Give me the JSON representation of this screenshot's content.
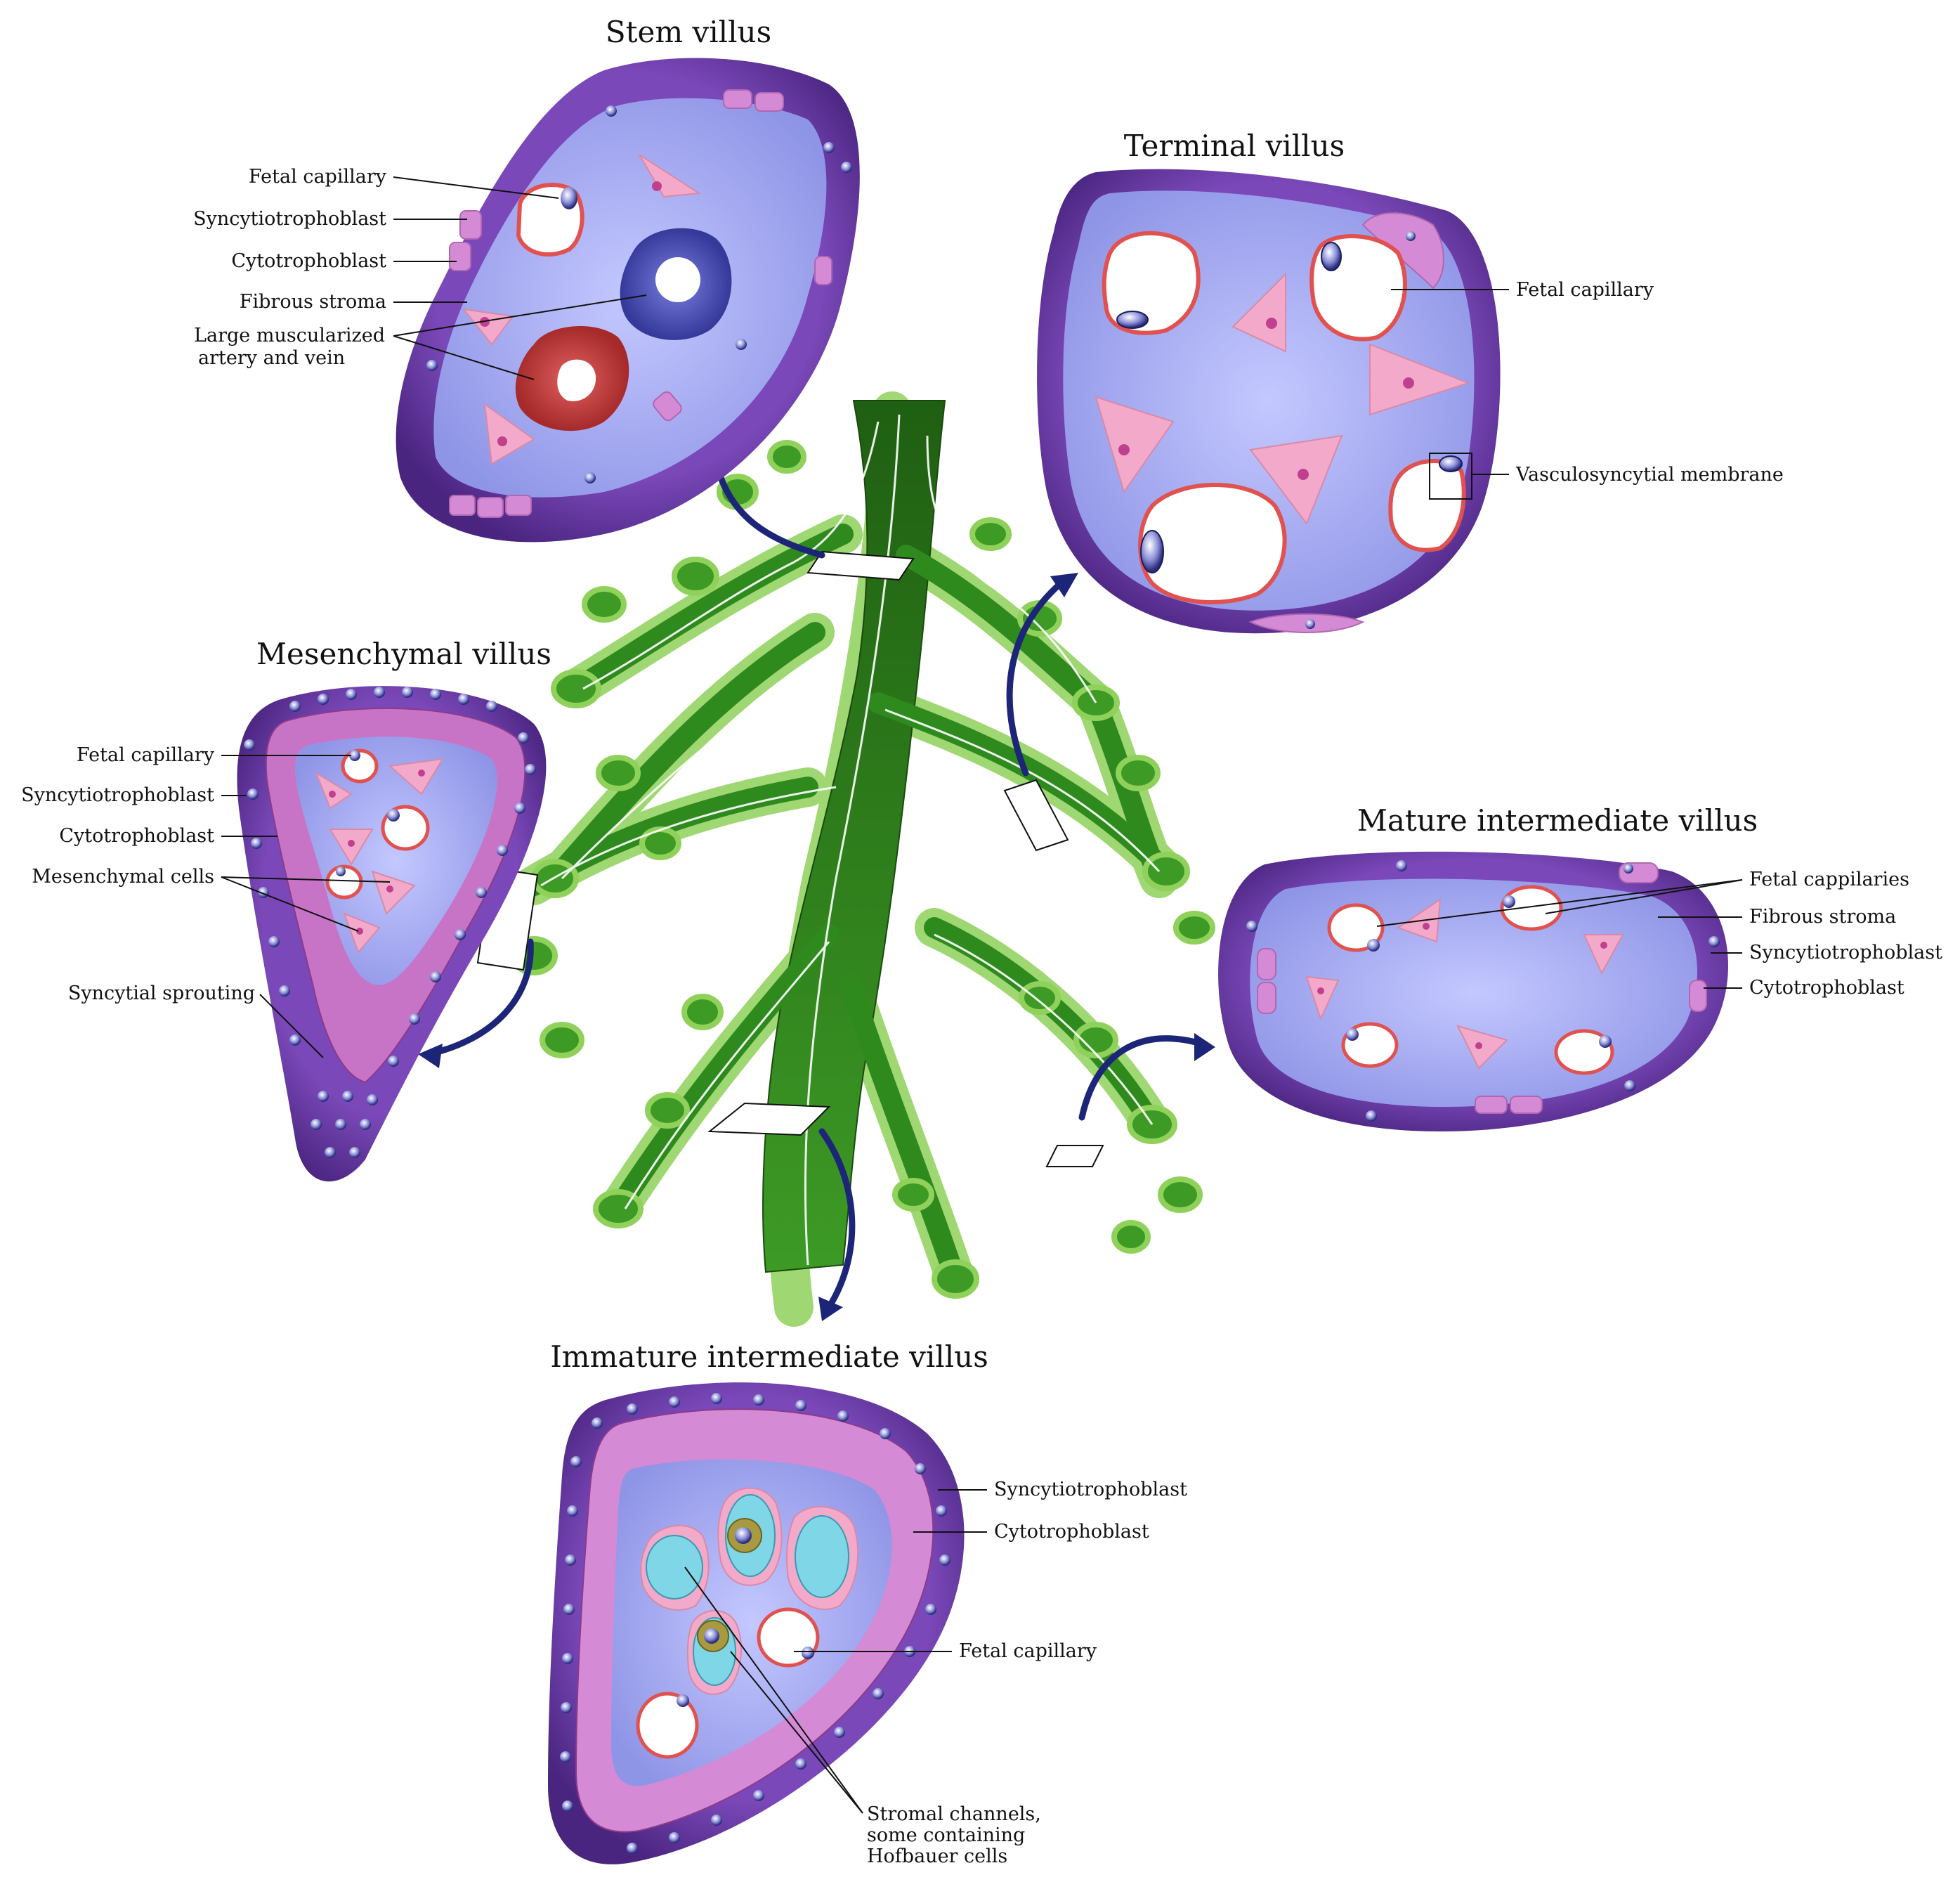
{
  "colors": {
    "syncytio": "#6a3aa8",
    "syncytio_dark": "#4a2580",
    "cyto": "#d48ad4",
    "stroma": "#a9aef0",
    "stroma_light": "#c4c8ff",
    "mesenchymal": "#f3a9c9",
    "capillary_wall": "#e0514f",
    "artery": "#c73a3a",
    "vein": "#4b4fb4",
    "tree": "#2f8a1e",
    "tree_light": "#8fd15a",
    "arrow": "#1c2578",
    "hofbauer": "#7fd6e6"
  },
  "stem": {
    "title": "Stem villus",
    "labels": {
      "capillary": "Fetal capillary",
      "syncytio": "Syncytiotrophoblast",
      "cyto": "Cytotrophoblast",
      "stroma": "Fibrous stroma",
      "vessels_1": "Large muscularized",
      "vessels_2": "artery and vein"
    }
  },
  "terminal": {
    "title": "Terminal villus",
    "labels": {
      "capillary": "Fetal capillary",
      "membrane": "Vasculosyncytial membrane"
    }
  },
  "mesenchymal": {
    "title": "Mesenchymal villus",
    "labels": {
      "capillary": "Fetal capillary",
      "syncytio": "Syncytiotrophoblast",
      "cyto": "Cytotrophoblast",
      "cells": "Mesenchymal cells",
      "sprouting": "Syncytial sprouting"
    }
  },
  "mature": {
    "title": "Mature intermediate villus",
    "labels": {
      "capillaries": "Fetal cappilaries",
      "stroma": "Fibrous stroma",
      "syncytio": "Syncytiotrophoblast",
      "cyto": "Cytotrophoblast"
    }
  },
  "immature": {
    "title": "Immature intermediate villus",
    "labels": {
      "syncytio": "Syncytiotrophoblast",
      "cyto": "Cytotrophoblast",
      "capillary": "Fetal capillary",
      "channels_1": "Stromal channels,",
      "channels_2": "some containing",
      "channels_3": "Hofbauer cells"
    }
  }
}
